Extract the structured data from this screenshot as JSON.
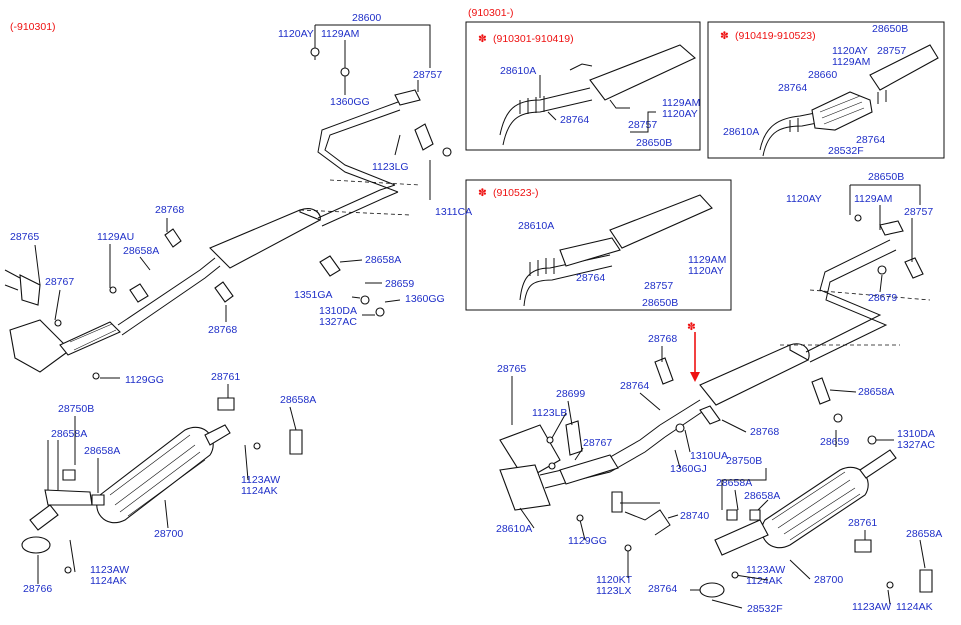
{
  "header": {
    "range_left": "(-910301)",
    "range_right": "(910301-)"
  },
  "insets": {
    "a": {
      "title": "(910301-910419)",
      "labels": [
        "28610A",
        "28764",
        "1129AM",
        "1120AY",
        "28757",
        "28650B"
      ]
    },
    "b": {
      "title": "(910419-910523)",
      "labels": [
        "28650B",
        "1120AY",
        "28757",
        "1129AM",
        "28660",
        "28764",
        "28610A",
        "28764",
        "28532F"
      ]
    },
    "c": {
      "title": "(910523-)",
      "labels": [
        "28610A",
        "28764",
        "1129AM",
        "1120AY",
        "28757",
        "28650B"
      ]
    }
  },
  "left_labels": [
    "28600",
    "1120AY",
    "1129AM",
    "28757",
    "1360GG",
    "1123LG",
    "1311CA",
    "28768",
    "28765",
    "1129AU",
    "28658A",
    "28767",
    "28658A",
    "28659",
    "1351GA",
    "1360GG",
    "1310DA",
    "1327AC",
    "28768",
    "1129GG",
    "28761",
    "28658A",
    "28750B",
    "28658A",
    "28658A",
    "1123AW",
    "1124AK",
    "28700",
    "28766",
    "1123AW",
    "1124AK"
  ],
  "right_labels": [
    "28650B",
    "1120AY",
    "1129AM",
    "28757",
    "28679",
    "28768",
    "28765",
    "28764",
    "28699",
    "1123LB",
    "28767",
    "28658A",
    "1310DA",
    "1327AC",
    "28768",
    "1310UA",
    "1360GJ",
    "28659",
    "28750B",
    "28658A",
    "28658A",
    "28740",
    "1129GG",
    "28610A",
    "28761",
    "28658A",
    "1120KT",
    "1123LX",
    "28764",
    "1123AW",
    "1124AK",
    "28700",
    "28532F",
    "1123AW",
    "1124AK"
  ]
}
